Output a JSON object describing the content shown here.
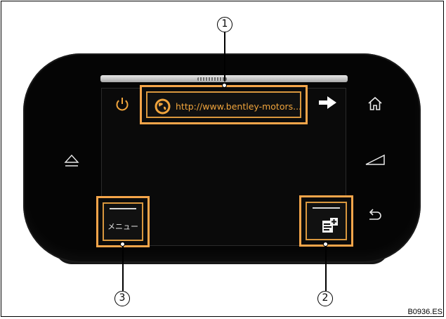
{
  "browser": {
    "url_text": "http://www.bentley-motors...",
    "menu_label": "メニュー"
  },
  "callouts": [
    "1",
    "2",
    "3"
  ],
  "image_code": "B0936.ES",
  "icons": {
    "power": "power-icon",
    "globe": "globe-icon",
    "forward": "arrow-right-icon",
    "home": "home-icon",
    "eject": "eject-icon",
    "volume": "volume-icon",
    "back": "back-icon",
    "add_bookmark": "add-bookmark-icon"
  },
  "colors": {
    "accent": "#f5a54a",
    "url_text": "#f0a43c",
    "bezel": "#050505"
  }
}
